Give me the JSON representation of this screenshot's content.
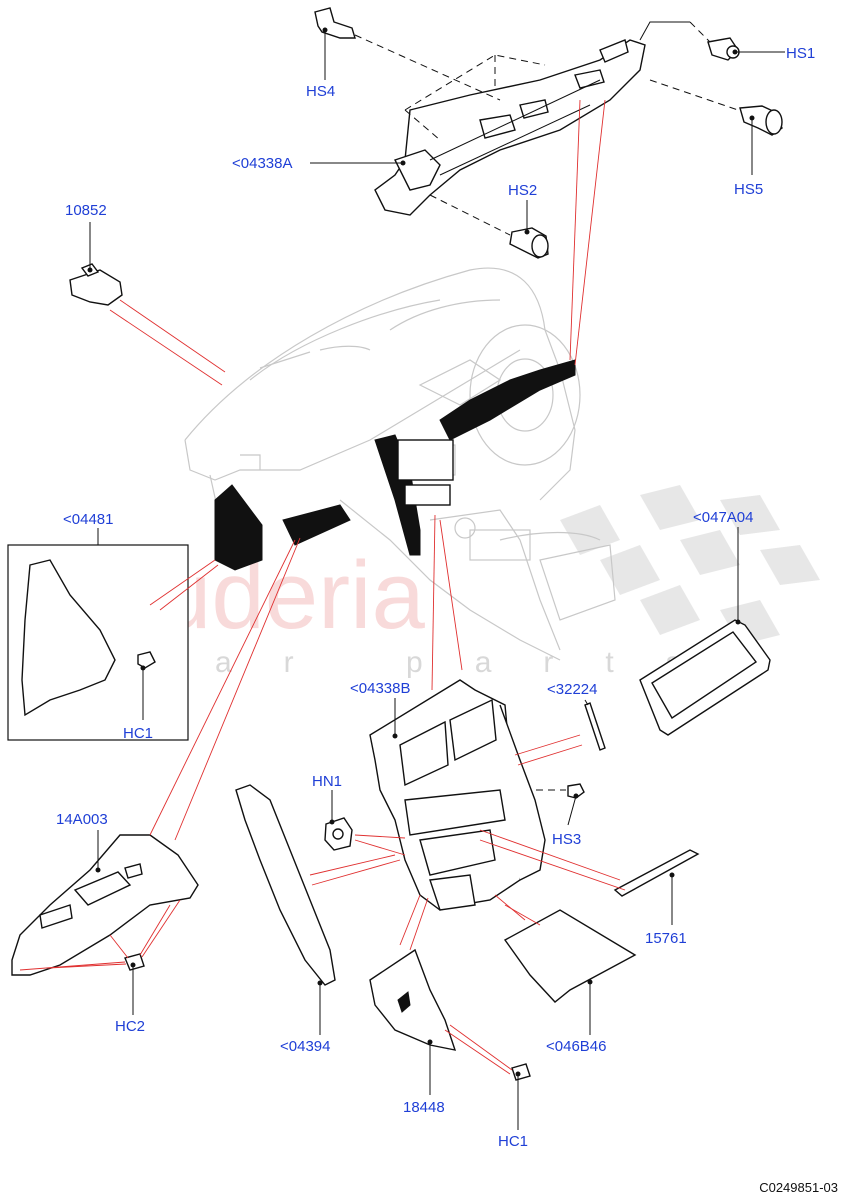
{
  "watermark": {
    "brand": "scuderia",
    "sub": "car parts"
  },
  "reference_code": "C0249851-03",
  "callouts": [
    {
      "id": "HS4",
      "text": "HS4"
    },
    {
      "id": "HS1",
      "text": "HS1"
    },
    {
      "id": "04338A",
      "text": "<04338A"
    },
    {
      "id": "HS5",
      "text": "HS5"
    },
    {
      "id": "HS2",
      "text": "HS2"
    },
    {
      "id": "10852",
      "text": "10852"
    },
    {
      "id": "04481",
      "text": "<04481"
    },
    {
      "id": "HC1-box",
      "text": "HC1"
    },
    {
      "id": "047A04",
      "text": "<047A04"
    },
    {
      "id": "04338B",
      "text": "<04338B"
    },
    {
      "id": "32224",
      "text": "<32224"
    },
    {
      "id": "HN1",
      "text": "HN1"
    },
    {
      "id": "HS3",
      "text": "HS3"
    },
    {
      "id": "14A003",
      "text": "14A003"
    },
    {
      "id": "15761",
      "text": "15761"
    },
    {
      "id": "HC2",
      "text": "HC2"
    },
    {
      "id": "04394",
      "text": "<04394"
    },
    {
      "id": "046B46",
      "text": "<046B46"
    },
    {
      "id": "18448",
      "text": "18448"
    },
    {
      "id": "HC1-bottom",
      "text": "HC1"
    }
  ]
}
